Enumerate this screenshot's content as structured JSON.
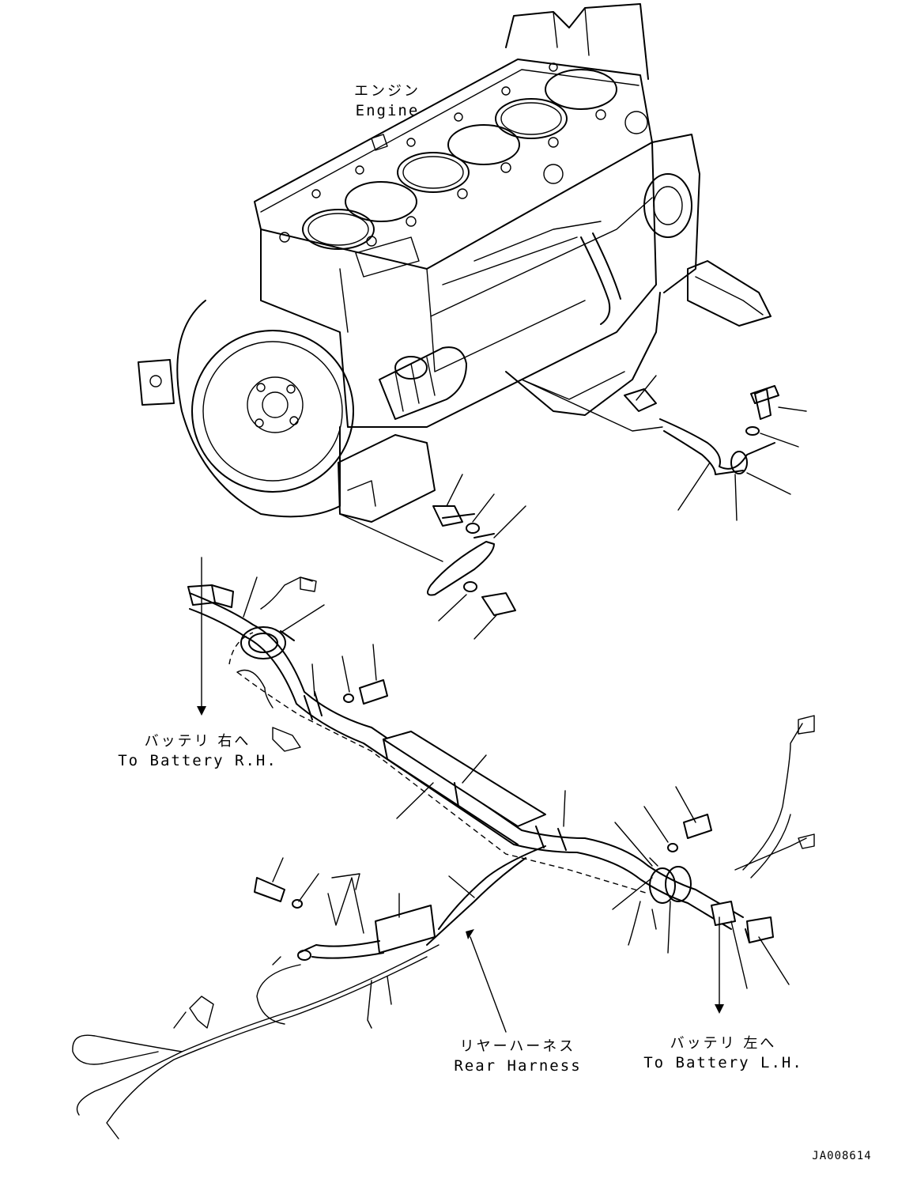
{
  "labels": {
    "engine": {
      "jp": "エンジン",
      "en": "Engine"
    },
    "battery_rh": {
      "jp": "バッテリ 右へ",
      "en": "To Battery R.H."
    },
    "rear_harness": {
      "jp": "リヤーハーネス",
      "en": "Rear Harness"
    },
    "battery_lh": {
      "jp": "バッテリ 左へ",
      "en": "To Battery L.H."
    },
    "drawing_code": "JA008614"
  }
}
